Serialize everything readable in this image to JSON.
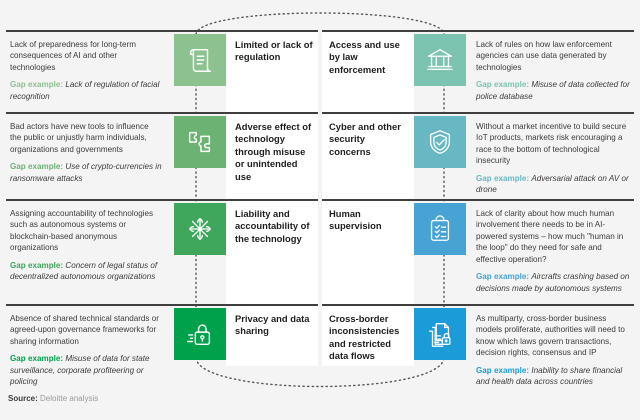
{
  "figure": {
    "source_label": "Source:",
    "source_value": "Deloitte analysis",
    "gap_label": "Gap example:"
  },
  "colors": {
    "green_1": "#8cc28f",
    "green_2": "#6cb273",
    "green_3": "#3ea75c",
    "green_4": "#00a14b",
    "teal_1": "#7cc4b0",
    "teal_2": "#68b8c4",
    "blue_3": "#46a3d3",
    "blue_4": "#1b9bd8",
    "rule": "#3f3f3f",
    "background": "#f4f4f4",
    "card": "#ffffff",
    "body_text": "#3c3c3c",
    "source_value": "#9a9a9a"
  },
  "left_column": [
    {
      "heading": "Limited or lack of regulation",
      "description": "Lack of preparedness for long-term consequences of AI and other technologies",
      "gap_label": "Gap example:",
      "gap_text": "Lack of regulation of facial recognition",
      "icon": "scroll-document-icon",
      "tile_color": "#8cc28f",
      "gap_label_color": "#8cc28f"
    },
    {
      "heading": "Adverse effect of technology through misuse or unintended use",
      "description": "Bad actors have new tools to influence the public or unjustly harm individuals, organizations and governments",
      "gap_label": "Gap example:",
      "gap_text": "Use of crypto-currencies in ransomware attacks",
      "icon": "puzzle-pieces-icon",
      "tile_color": "#6cb273",
      "gap_label_color": "#6cb273"
    },
    {
      "heading": "Liability and accountability of the technology",
      "description": "Assigning accountability of technologies such as autonomous systems or blockchain-based anonymous organizations",
      "gap_label": "Gap example:",
      "gap_text": "Concern of legal status of decentralized autonomous organizations",
      "icon": "network-node-burst-icon",
      "tile_color": "#3ea75c",
      "gap_label_color": "#3ea75c"
    },
    {
      "heading": "Privacy and data sharing",
      "description": "Absence of shared technical standards or agreed-upon governance frameworks for sharing information",
      "gap_label": "Gap example:",
      "gap_text": "Misuse of data for state surveillance, corporate profiteering or policing",
      "icon": "padlock-icon",
      "tile_color": "#00a14b",
      "gap_label_color": "#00a14b"
    }
  ],
  "right_column": [
    {
      "heading": "Access and use by law enforcement",
      "description": "Lack of rules on how law enforcement agencies can use data generated by technologies",
      "gap_label": "Gap example:",
      "gap_text": "Misuse of data collected for police database",
      "icon": "courthouse-bank-icon",
      "tile_color": "#7cc4b0",
      "gap_label_color": "#7cc4b0"
    },
    {
      "heading": "Cyber and other security concerns",
      "description": "Without a market incentive to build secure IoT products, markets risk encouraging a race to the bottom of technological insecurity",
      "gap_label": "Gap example:",
      "gap_text": "Adversarial attack on AV or drone",
      "icon": "shield-check-icon",
      "tile_color": "#68b8c4",
      "gap_label_color": "#68b8c4"
    },
    {
      "heading": "Human supervision",
      "description": "Lack of clarity about how much human involvement there needs to be in AI-powered systems – how much \"human in the loop\" do they need for safe and effective operation?",
      "gap_label": "Gap example:",
      "gap_text": "Aircrafts crashing based on decisions made by autonomous systems",
      "icon": "clipboard-checklist-icon",
      "tile_color": "#46a3d3",
      "gap_label_color": "#46a3d3"
    },
    {
      "heading": "Cross-border inconsistencies and restricted data flows",
      "description": "As multiparty, cross-border business models proliferate, authorities will need to know which laws govern transactions, decision rights, consensus and IP",
      "gap_label": "Gap example:",
      "gap_text": "Inability to share financial and health data across countries",
      "icon": "locked-documents-icon",
      "tile_color": "#1b9bd8",
      "gap_label_color": "#1b9bd8"
    }
  ]
}
